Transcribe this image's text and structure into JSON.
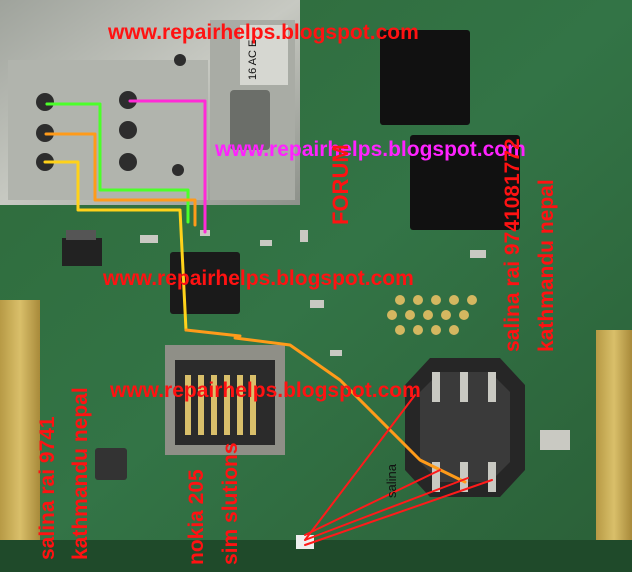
{
  "watermarks": {
    "top": "www.repairhelps.blogspot.com",
    "middle_magenta": "www.repairhelps.blogspot.com",
    "center": "www.repairhelps.blogspot.com",
    "lower": "www.repairhelps.blogspot.com"
  },
  "vertical_labels": {
    "forum": "FORUM",
    "contact_right_line1": "salina rai 9741081772",
    "contact_right_line2": "kathmandu nepal",
    "contact_left_line1": "salina rai 9741",
    "contact_left_line2": "kathmandu nepal",
    "model_line1": "nokia 205",
    "model_line2": "sim slutions"
  },
  "small_labels": {
    "salina": "salina"
  },
  "chip_marks": {
    "sim_tray_text": "16 AC E"
  },
  "colors": {
    "pcb": "#2f6b3e",
    "watermark_red": "#ff1212",
    "watermark_magenta": "#ff22ff",
    "wire_green": "#4cff2a",
    "wire_magenta": "#ff2ad6",
    "wire_orange": "#ff9b1a",
    "wire_yellow": "#ffd21a",
    "wire_red": "#ff1a1a"
  }
}
